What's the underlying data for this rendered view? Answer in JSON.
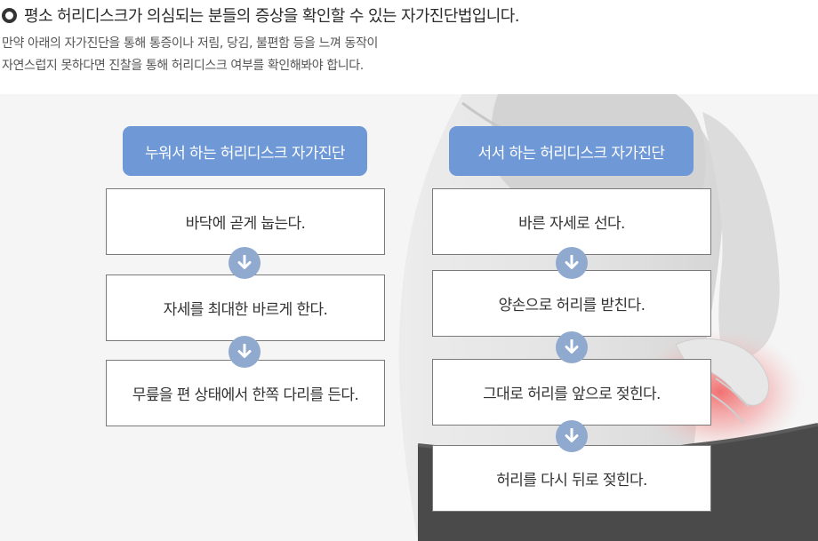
{
  "header": {
    "title": "평소 허리디스크가 의심되는 분들의 증상을 확인할 수 있는 자가진단법입니다.",
    "desc_line1": "만약 아래의 자가진단을 통해 통증이나 저림, 당김, 불편함 등을 느껴 동작이",
    "desc_line2": "자연스럽지 못하다면 진찰을 통해 허리디스크 여부를 확인해봐야 합니다."
  },
  "lying": {
    "title": "누워서 하는 허리디스크 자가진단",
    "steps": [
      "바닥에 곧게 눕는다.",
      "자세를 최대한 바르게 한다.",
      "무릎을 편 상태에서 한쪽 다리를 든다."
    ]
  },
  "standing": {
    "title": "서서 하는 허리디스크 자가진단",
    "steps": [
      "바른 자세로 선다.",
      "양손으로 허리를 받친다.",
      "그대로 허리를 앞으로 젖힌다.",
      "허리를 다시 뒤로 젖힌다."
    ]
  },
  "icons": {
    "bullet": "ring-bullet-icon",
    "step_arrow": "arrow-down-circle-icon"
  },
  "colors": {
    "title_box": "#6e99d6",
    "arrow_circle": "#8fa9cf",
    "pain_highlight": "#f26a6a"
  }
}
